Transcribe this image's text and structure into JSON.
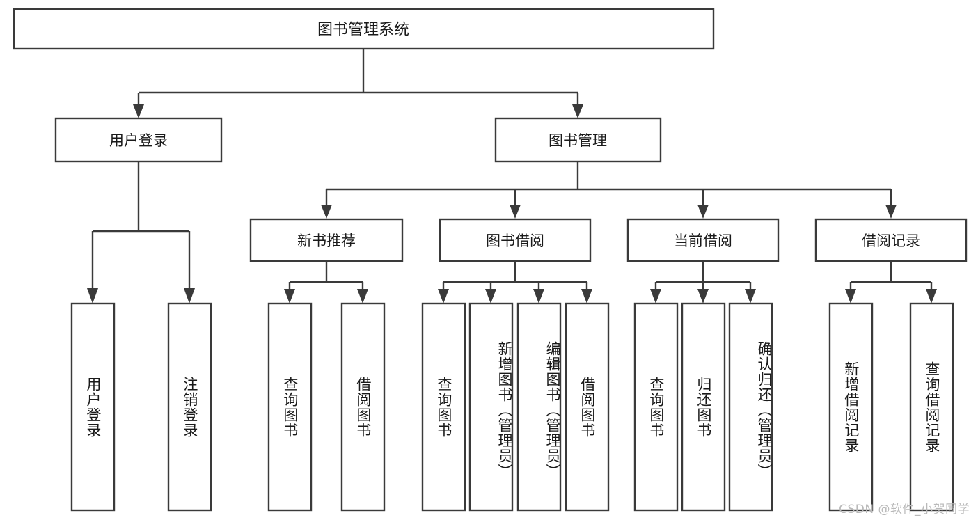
{
  "diagram": {
    "type": "tree-hierarchy-flowchart",
    "title": "图书管理系统",
    "watermark": "CSDN @软件_小贺同学",
    "colors": {
      "stroke": "#3a3a3a",
      "fill": "#ffffff",
      "text": "#1a1a1a",
      "background": "#ffffff",
      "watermark": "#b9b9b9"
    },
    "root": {
      "label": "图书管理系统"
    },
    "level1": [
      {
        "label": "用户登录"
      },
      {
        "label": "图书管理"
      }
    ],
    "level2": [
      {
        "label": "新书推荐"
      },
      {
        "label": "图书借阅"
      },
      {
        "label": "当前借阅"
      },
      {
        "label": "借阅记录"
      }
    ],
    "leaves": {
      "user_login": [
        {
          "label": "用户登录"
        },
        {
          "label": "注销登录"
        }
      ],
      "new_book_recommend": [
        {
          "label": "查询图书"
        },
        {
          "label": "借阅图书"
        }
      ],
      "book_borrow": [
        {
          "label": "查询图书"
        },
        {
          "label": "新增图书（管理员）"
        },
        {
          "label": "编辑图书（管理员）"
        },
        {
          "label": "借阅图书"
        }
      ],
      "current_borrow": [
        {
          "label": "查询图书"
        },
        {
          "label": "归还图书"
        },
        {
          "label": "确认归还（管理员）"
        }
      ],
      "borrow_record": [
        {
          "label": "新增借阅记录"
        },
        {
          "label": "查询借阅记录"
        }
      ]
    }
  }
}
